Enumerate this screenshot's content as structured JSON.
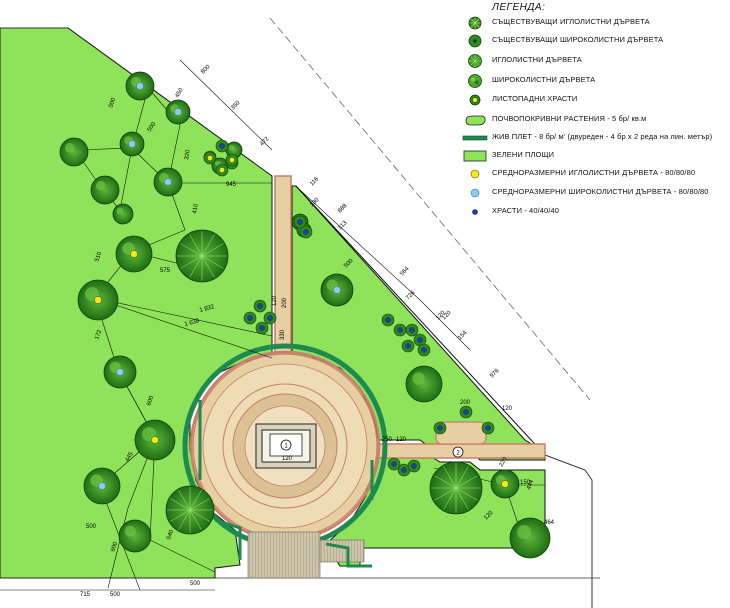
{
  "legend": {
    "title": "ЛЕГЕНДА:",
    "items": [
      {
        "symbol": "existing-conifer-icon",
        "label": "СЪЩЕСТВУВАЩИ ИГЛОЛИСТНИ ДЪРВЕТА"
      },
      {
        "symbol": "existing-broadleaf-icon",
        "label": "СЪЩЕСТВУВАЩИ ШИРОКОЛИСТНИ ДЪРВЕТА"
      },
      {
        "symbol": "conifer-icon",
        "label": "ИГЛОЛИСТНИ ДЪРВЕТА"
      },
      {
        "symbol": "broadleaf-icon",
        "label": "ШИРОКОЛИСТНИ ДЪРВЕТА"
      },
      {
        "symbol": "shrub-icon",
        "label": "ЛИСТОПАДНИ ХРАСТИ"
      },
      {
        "symbol": "groundcover-icon",
        "label": "ПОЧВОПОКРИВНИ РАСТЕНИЯ - 5 бр/ кв.м"
      },
      {
        "symbol": "hedge-icon",
        "label": "ЖИВ ПЛЕТ - 8 бр/ м' (двуреден - 4 бр х 2 реда на лин. метър)"
      },
      {
        "symbol": "green-area-icon",
        "label": "ЗЕЛЕНИ ПЛОЩИ"
      },
      {
        "symbol": "yellow-dot-icon",
        "label": "СРЕДНОРАЗМЕРНИ ИГЛОЛИСТНИ ДЪРВЕТА - 80/80/80"
      },
      {
        "symbol": "lightblue-dot-icon",
        "label": "СРЕДНОРАЗМЕРНИ ШИРОКОЛИСТНИ ДЪРВЕТА - 80/80/80"
      },
      {
        "symbol": "blue-dot-icon",
        "label": "ХРАСТИ - 40/40/40"
      }
    ]
  },
  "plan": {
    "markers": [
      "1",
      "2"
    ],
    "dimensions": [
      "800",
      "350",
      "472",
      "500",
      "450",
      "320",
      "500",
      "500",
      "945",
      "410",
      "575",
      "1 832",
      "1 638",
      "510",
      "172",
      "600",
      "445",
      "500",
      "600",
      "500",
      "540",
      "500",
      "715",
      "500",
      "116",
      "130",
      "888",
      "313",
      "500",
      "564",
      "726",
      "120",
      "120",
      "154",
      "976",
      "120",
      "200",
      "330",
      "200",
      "250",
      "120",
      "120",
      "464",
      "220",
      "444",
      "120",
      "120",
      "150"
    ]
  },
  "colors": {
    "grass": "#8fe35a",
    "path": "#e6cfa0",
    "pathEdge": "#c97d6a",
    "hedge": "#1f8a4f",
    "tree": "#2f8c1c",
    "yellow": "#f4ec10",
    "lightblue": "#8fc8f0",
    "blue": "#1d3fa8"
  }
}
